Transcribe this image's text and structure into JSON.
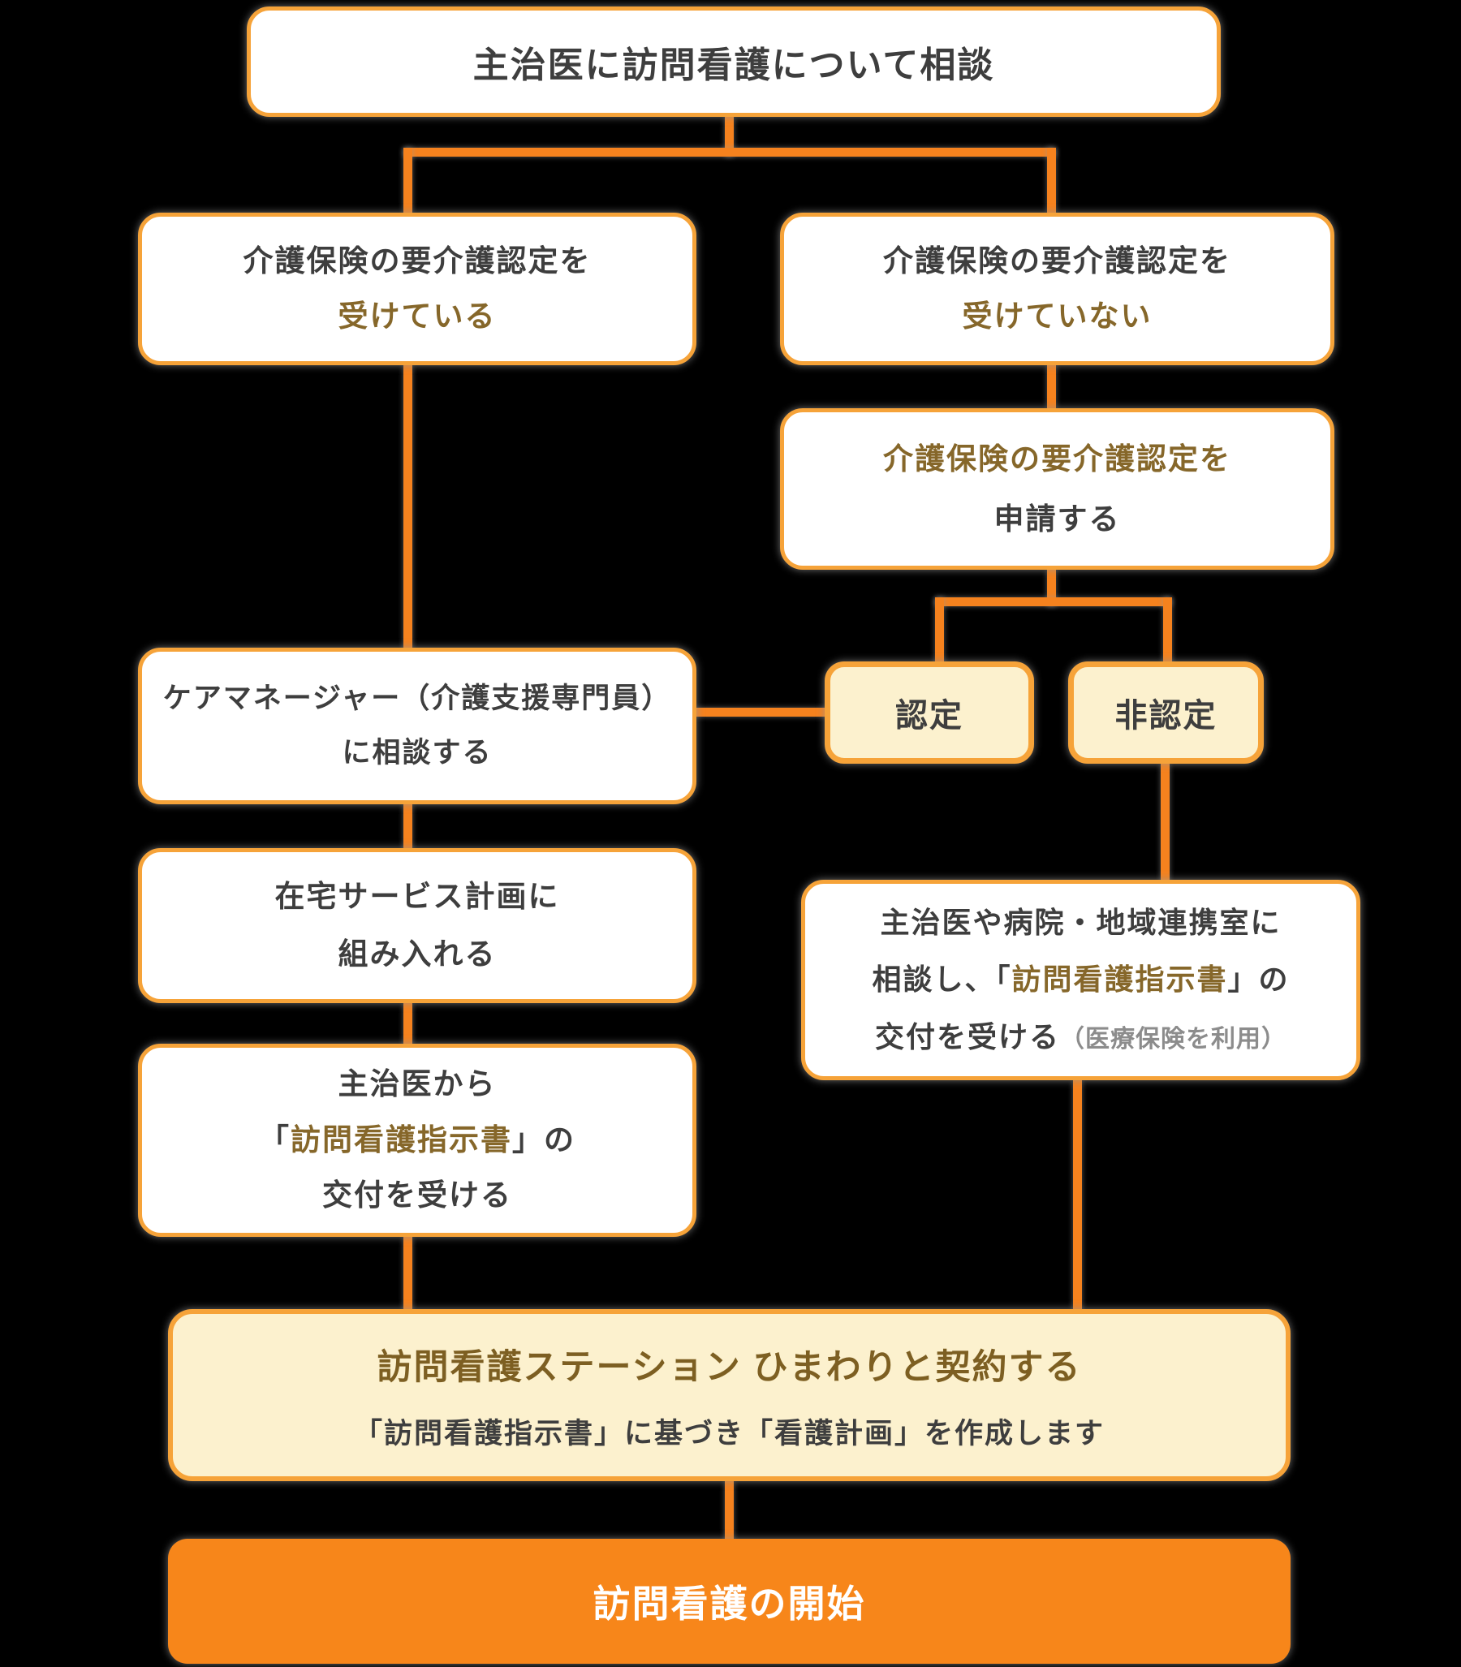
{
  "colors": {
    "background": "#000000",
    "connector_orange": "#F5821E",
    "box_border_orange": "#F6A339",
    "box_fill_white": "#FFFFFF",
    "box_fill_cream": "#FCF1CE",
    "start_box_fill": "#F7861A",
    "text_dark": "#3E3E3E",
    "text_brown": "#86672A",
    "text_title_brown": "#7D5F22",
    "text_gray": "#8C8C8C",
    "text_white": "#FFFFFF"
  },
  "boxes": {
    "consult_doctor": {
      "line1": "主治医に訪問看護について相談"
    },
    "has_certification": {
      "line1": "介護保険の要介護認定を",
      "line2": "受けている"
    },
    "no_certification": {
      "line1": "介護保険の要介護認定を",
      "line2": "受けていない"
    },
    "apply_certification": {
      "line1": "介護保険の要介護認定を",
      "line2": "申請する"
    },
    "certified": {
      "label": "認定"
    },
    "not_certified": {
      "label": "非認定"
    },
    "care_manager": {
      "line1": "ケアマネージャー（介護支援専門員）",
      "line2": "に相談する"
    },
    "home_service_plan": {
      "line1": "在宅サービス計画に",
      "line2": "組み入れる"
    },
    "doctor_directive": {
      "line1": "主治医から",
      "line2_pre": "「",
      "line2_highlight": "訪問看護指示書",
      "line2_post": "」の",
      "line3": "交付を受ける"
    },
    "hospital_consult": {
      "line1": "主治医や病院・地域連携室に",
      "line2_pre": "相談し、「",
      "line2_highlight": "訪問看護指示書",
      "line2_post": "」の",
      "line3": "交付を受ける",
      "line3_note": "（医療保険を利用）"
    },
    "contract": {
      "title": "訪問看護ステーション ひまわりと契約する",
      "subtitle": "「訪問看護指示書」に基づき「看護計画」を作成します"
    },
    "start": {
      "label": "訪問看護の開始"
    }
  }
}
